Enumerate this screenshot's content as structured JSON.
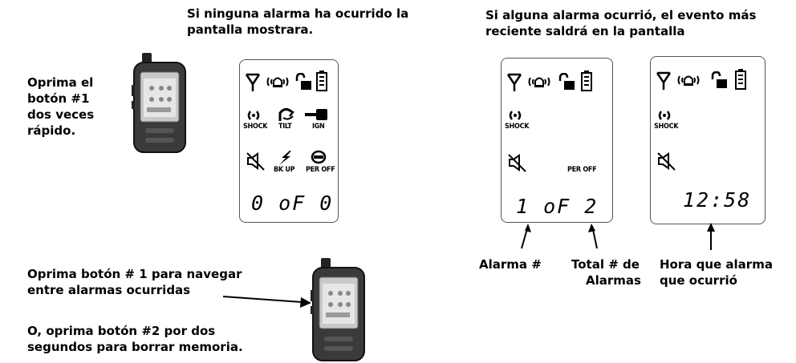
{
  "header_left": {
    "line1": "Si ninguna alarma ha ocurrido la",
    "line2": "pantalla mostrara."
  },
  "header_right": {
    "line1": "Si alguna alarma ocurrió, el evento más",
    "line2": "reciente saldrá en la pantalla"
  },
  "instruction_top": [
    "Oprima el",
    "botón #1",
    "dos veces",
    "rápido."
  ],
  "instruction_bottom": {
    "line1": "Oprima botón # 1 para navegar",
    "line2": "entre alarmas ocurridas",
    "line3": "O, oprima botón #2 por dos",
    "line4": "segundos para borrar memoria."
  },
  "lcd_labels": {
    "shock": "SHOCK",
    "tilt": "TILT",
    "ign": "IGN",
    "bkup": "BK UP",
    "peroff": "PER OFF"
  },
  "screens": {
    "empty_counter": "0 oF 0",
    "alarm_counter": "1 oF 2",
    "alarm_time": "12:58"
  },
  "callouts": {
    "alarm_number": "Alarma #",
    "total_line1": "Total # de",
    "total_line2": "Alarmas",
    "time_line1": "Hora que alarma",
    "time_line2": "que ocurrió"
  }
}
